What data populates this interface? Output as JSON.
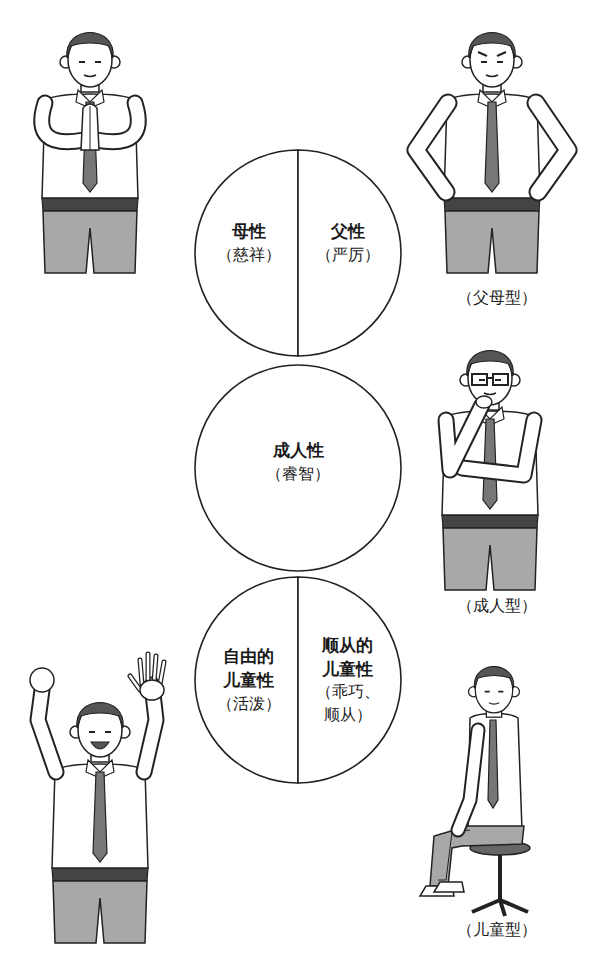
{
  "diagram": {
    "nodes": [
      {
        "text": [
          "母性",
          "（慈祥）"
        ]
      },
      {
        "text": [
          "父性",
          "（严厉）"
        ]
      },
      {
        "text": [
          "成人性",
          "（睿智）"
        ]
      },
      {
        "text": [
          "自由的 儿童性",
          "（活泼）"
        ]
      },
      {
        "text": [
          "顺从的 儿童性",
          "（乖巧、 顺从）"
        ]
      }
    ],
    "labels": [
      "（父母型）",
      "（成人型）",
      "（儿童型）"
    ]
  }
}
